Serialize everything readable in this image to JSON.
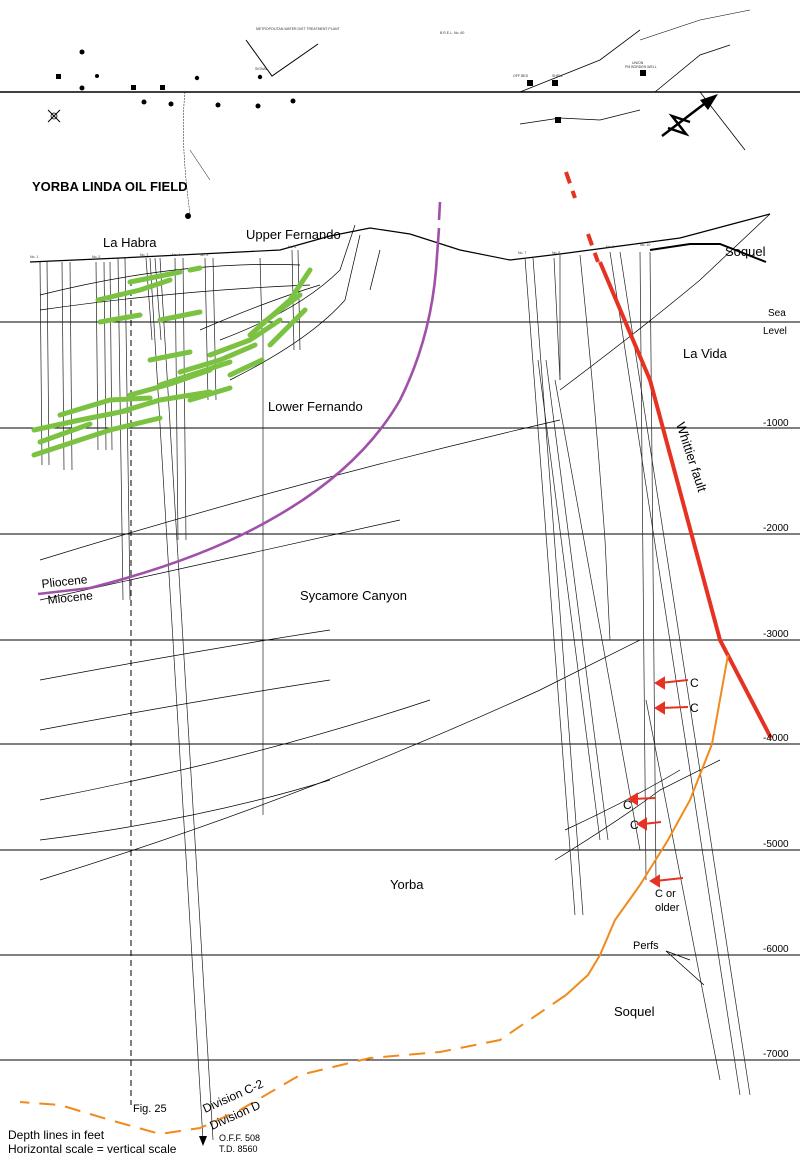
{
  "title": "YORBA LINDA OIL FIELD",
  "map_labels": {
    "plant": "METROPOLITAN WATER DIST TREATMENT PLANT",
    "brea": "B.R.E.L. No. 60",
    "well_signal": "SIGNAL",
    "well_off_bed": "OFF BED",
    "well_shell": "SHELL",
    "well_union": "UNION",
    "well_union_sub": "PM BORDEN WELL"
  },
  "formations": {
    "la_habra": "La Habra",
    "upper_fernando": "Upper Fernando",
    "soquel_top": "Soquel",
    "la_vida": "La Vida",
    "lower_fernando": "Lower Fernando",
    "sycamore_canyon": "Sycamore Canyon",
    "yorba": "Yorba",
    "soquel_bottom": "Soquel"
  },
  "boundaries": {
    "pliocene": "Pliocene",
    "miocene": "Miocene",
    "division_c2": "Division C-2",
    "division_d": "Division D"
  },
  "fault_label": "Whittier fault",
  "depth_scale": {
    "sea": "Sea",
    "level": "Level",
    "labels": [
      "-1000",
      "-2000",
      "-3000",
      "-4000",
      "-5000",
      "-6000",
      "-7000"
    ]
  },
  "annotations": {
    "c1": "C",
    "c2": "C",
    "c3": "C",
    "c4": "C",
    "c_or_older_1": "C or",
    "c_or_older_2": "older",
    "perfs": "Perfs",
    "fig": "Fig. 25",
    "off": "O.F.F. 508",
    "td": "T.D. 8560"
  },
  "footer": {
    "line1": "Depth lines in feet",
    "line2": "Horizontal scale = vertical scale"
  },
  "well_labels": [
    "No. 1",
    "No. 2",
    "No. 3",
    "No. 4",
    "No. 5",
    "No. 6",
    "No. 7",
    "No. 8",
    "No. 9",
    "No. 10"
  ],
  "colors": {
    "fault": "#e53222",
    "pliocene_miocene": "#a050a8",
    "division_boundary": "#f08a1c",
    "oil_zones": "#7cc242",
    "arrows": "#e53222",
    "lines": "#000000"
  }
}
